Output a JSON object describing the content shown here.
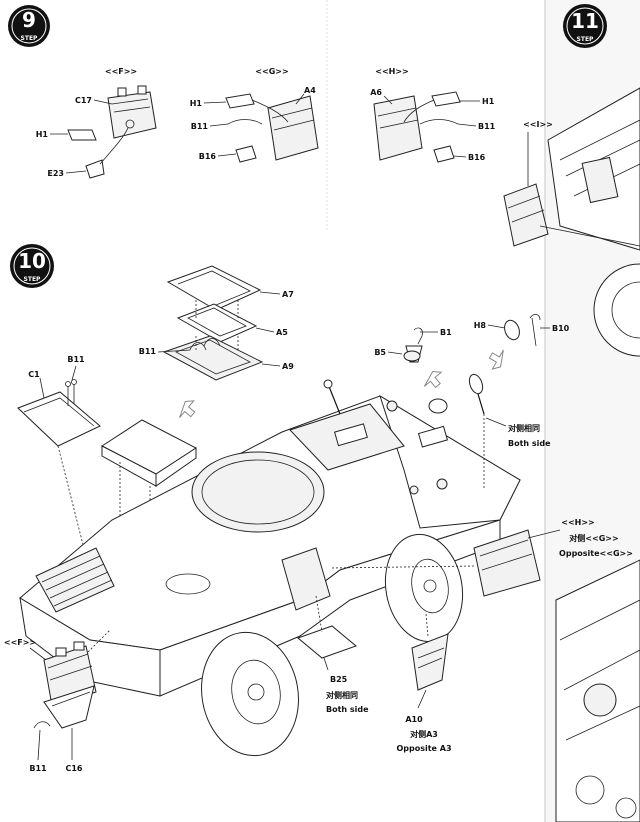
{
  "steps": {
    "step9": {
      "number": "9",
      "word": "STEP"
    },
    "step10": {
      "number": "10",
      "word": "STEP"
    },
    "step11": {
      "number": "11",
      "word": "STEP"
    }
  },
  "subassemblies": {
    "f": {
      "title": "<<F>>",
      "parts": {
        "c17": "C17",
        "h1": "H1",
        "e23": "E23"
      }
    },
    "g": {
      "title": "<<G>>",
      "parts": {
        "h1": "H1",
        "a4": "A4",
        "b11": "B11",
        "b16": "B16"
      }
    },
    "h": {
      "title": "<<H>>",
      "parts": {
        "a6": "A6",
        "h1": "H1",
        "b11": "B11",
        "b16": "B16"
      }
    },
    "i": {
      "title": "<<I>>"
    }
  },
  "step10": {
    "parts": {
      "a7": "A7",
      "a5": "A5",
      "a9": "A9",
      "b11_hatch": "B11",
      "b11_c1": "B11",
      "c1": "C1",
      "b1": "B1",
      "b5": "B5",
      "h8": "H8",
      "b10": "B10",
      "b11_bottom": "B11",
      "c16": "C16",
      "b25": "B25",
      "a10": "A10"
    },
    "callouts": {
      "mirror_cn": "对侧相同",
      "mirror_en": "Both side",
      "hg_title": "<<H>>",
      "hg_cn": "对侧<<G>>",
      "hg_en": "Opposite<<G>>",
      "f_ref": "<<F>>",
      "b25_cn": "对侧相同",
      "b25_en": "Both side",
      "a10_cn": "对侧A3",
      "a10_en": "Opposite A3"
    }
  }
}
